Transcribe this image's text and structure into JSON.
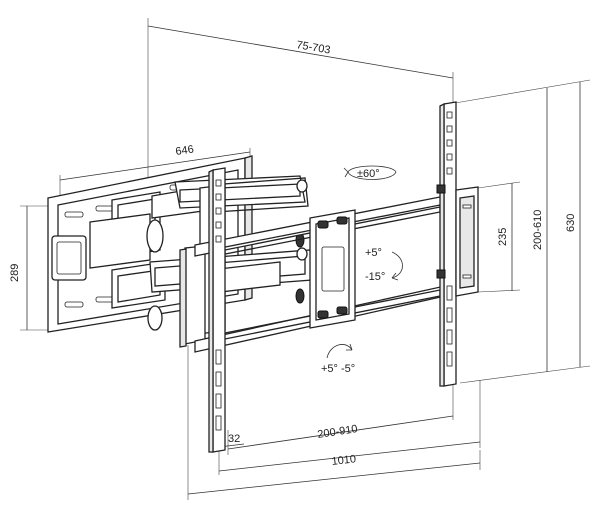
{
  "dimensions": {
    "tilt_span": "75-703",
    "arm_depth": "646",
    "height_289": "289",
    "vesa_vertical_outer": "630",
    "vesa_vertical_inner": "200-610",
    "bracket_height": "235",
    "vesa_horizontal_inner": "200-910",
    "vesa_horizontal_outer": "1010",
    "edge_offset": "32"
  },
  "angles": {
    "swivel": "±60°",
    "tilt_up": "+5°",
    "tilt_down": "-15°",
    "level": "+5° -5°"
  },
  "colors": {
    "line": "#222222",
    "background": "#ffffff"
  }
}
